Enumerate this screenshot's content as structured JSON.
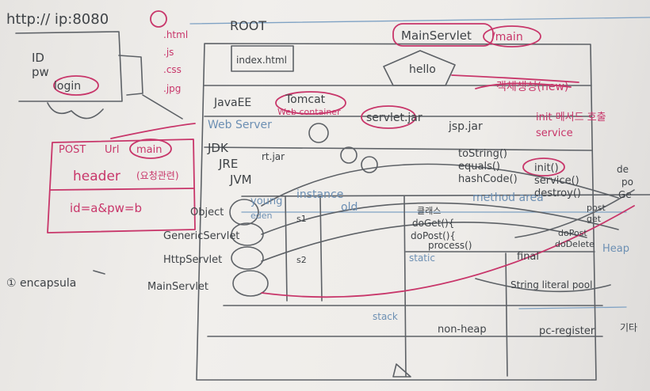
{
  "texts": {
    "url": "http:// ip:8080",
    "file_html": ".html",
    "file_js": ".js",
    "file_css": ".css",
    "file_jpg": ".jpg",
    "id_label": "ID",
    "pw_label": "pw",
    "login": "login",
    "root": "ROOT",
    "index_html": "index.html",
    "main_servlet": "MainServlet",
    "main_value": "/main",
    "hello": "hello",
    "object_create": "객체생성(new)",
    "init_call": "init 메서드 호출",
    "service": "service",
    "java_ee": "JavaEE",
    "tomcat": "Tomcat",
    "web_container": "Web container",
    "servlet_jar": "servlet.jar",
    "jsp_jar": "jsp.jar",
    "web_server": "Web Server",
    "jdk": "JDK",
    "jre": "JRE",
    "jvm": "JVM",
    "rt_jar": "rt.jar",
    "to_string": "toString()",
    "equals": "equals()",
    "hash_code": "hashCode()",
    "init_m": "init()",
    "service_m": "service()",
    "destroy_m": "destroy()",
    "post": "POST",
    "url_label": "Url",
    "main": "main",
    "header": "header",
    "header_ko": "(요청관련)",
    "body": "id=a&pw=b",
    "object": "Object",
    "generic_servlet": "GenericServlet",
    "http_servlet": "HttpServlet",
    "main_servlet2": "MainServlet",
    "encapsulation": "① encapsula",
    "young": "young",
    "eden": "eden",
    "instance": "instance",
    "old": "old",
    "s1": "s1",
    "s2": "s2",
    "method_area": "method area",
    "class_ko": "클래스",
    "do_get": "doGet(){",
    "do_post": "doPost(){",
    "process": "process()",
    "static": "static",
    "final": "final",
    "heap": "Heap",
    "string_literal_pool": "String literal pool",
    "stack": "stack",
    "non_heap": "non-heap",
    "pc_register": "pc-register",
    "ge": "기타",
    "right_de": "de",
    "right_po": "po",
    "right_ge": "Ge",
    "right_post": "post",
    "right_get": "get",
    "do_post2": "doPost",
    "do_delete": "doDelete"
  }
}
